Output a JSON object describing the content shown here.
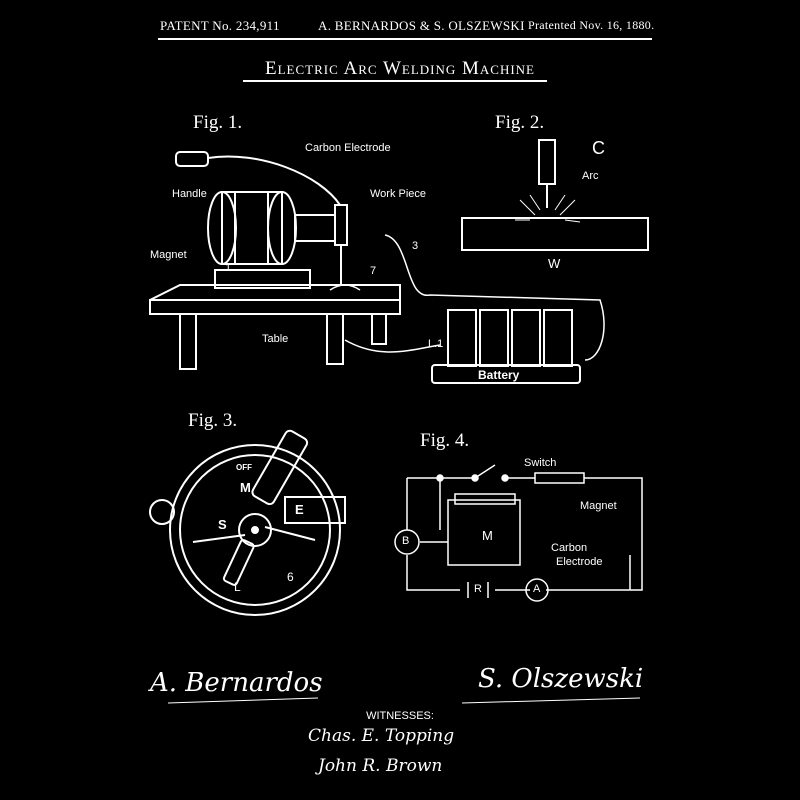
{
  "header": {
    "patent_number": "PATENT No. 234,911",
    "inventors": "A. BERNARDOS & S. OLSZEWSKI",
    "date": "Pratented Nov. 16, 1880."
  },
  "title": "Electric Arc Welding Machine",
  "fig1": {
    "label": "Fig. 1.",
    "parts": [
      "Carbon Electrode",
      "Handle",
      "Work Piece",
      "Magnet",
      "Table",
      "Battery",
      "L.1",
      "1",
      "3",
      "7"
    ]
  },
  "fig2": {
    "label": "Fig. 2.",
    "parts": [
      "C",
      "Arc",
      "W"
    ]
  },
  "fig3": {
    "label": "Fig. 3.",
    "parts": [
      "OFF",
      "M",
      "E",
      "S",
      "L",
      "6"
    ]
  },
  "fig4": {
    "label": "Fig. 4.",
    "parts": [
      "Switch",
      "Magnet",
      "M",
      "Carbon",
      "Electrode",
      "B",
      "R",
      "A"
    ]
  },
  "signatures": {
    "left": "A. Bernardos",
    "right": "S. Olszewski"
  },
  "witnesses": {
    "heading": "WITNESSES:",
    "names": [
      "Chas. E. Topping",
      "John R. Brown"
    ]
  },
  "colors": {
    "background": "#000000",
    "ink": "#ffffff"
  }
}
